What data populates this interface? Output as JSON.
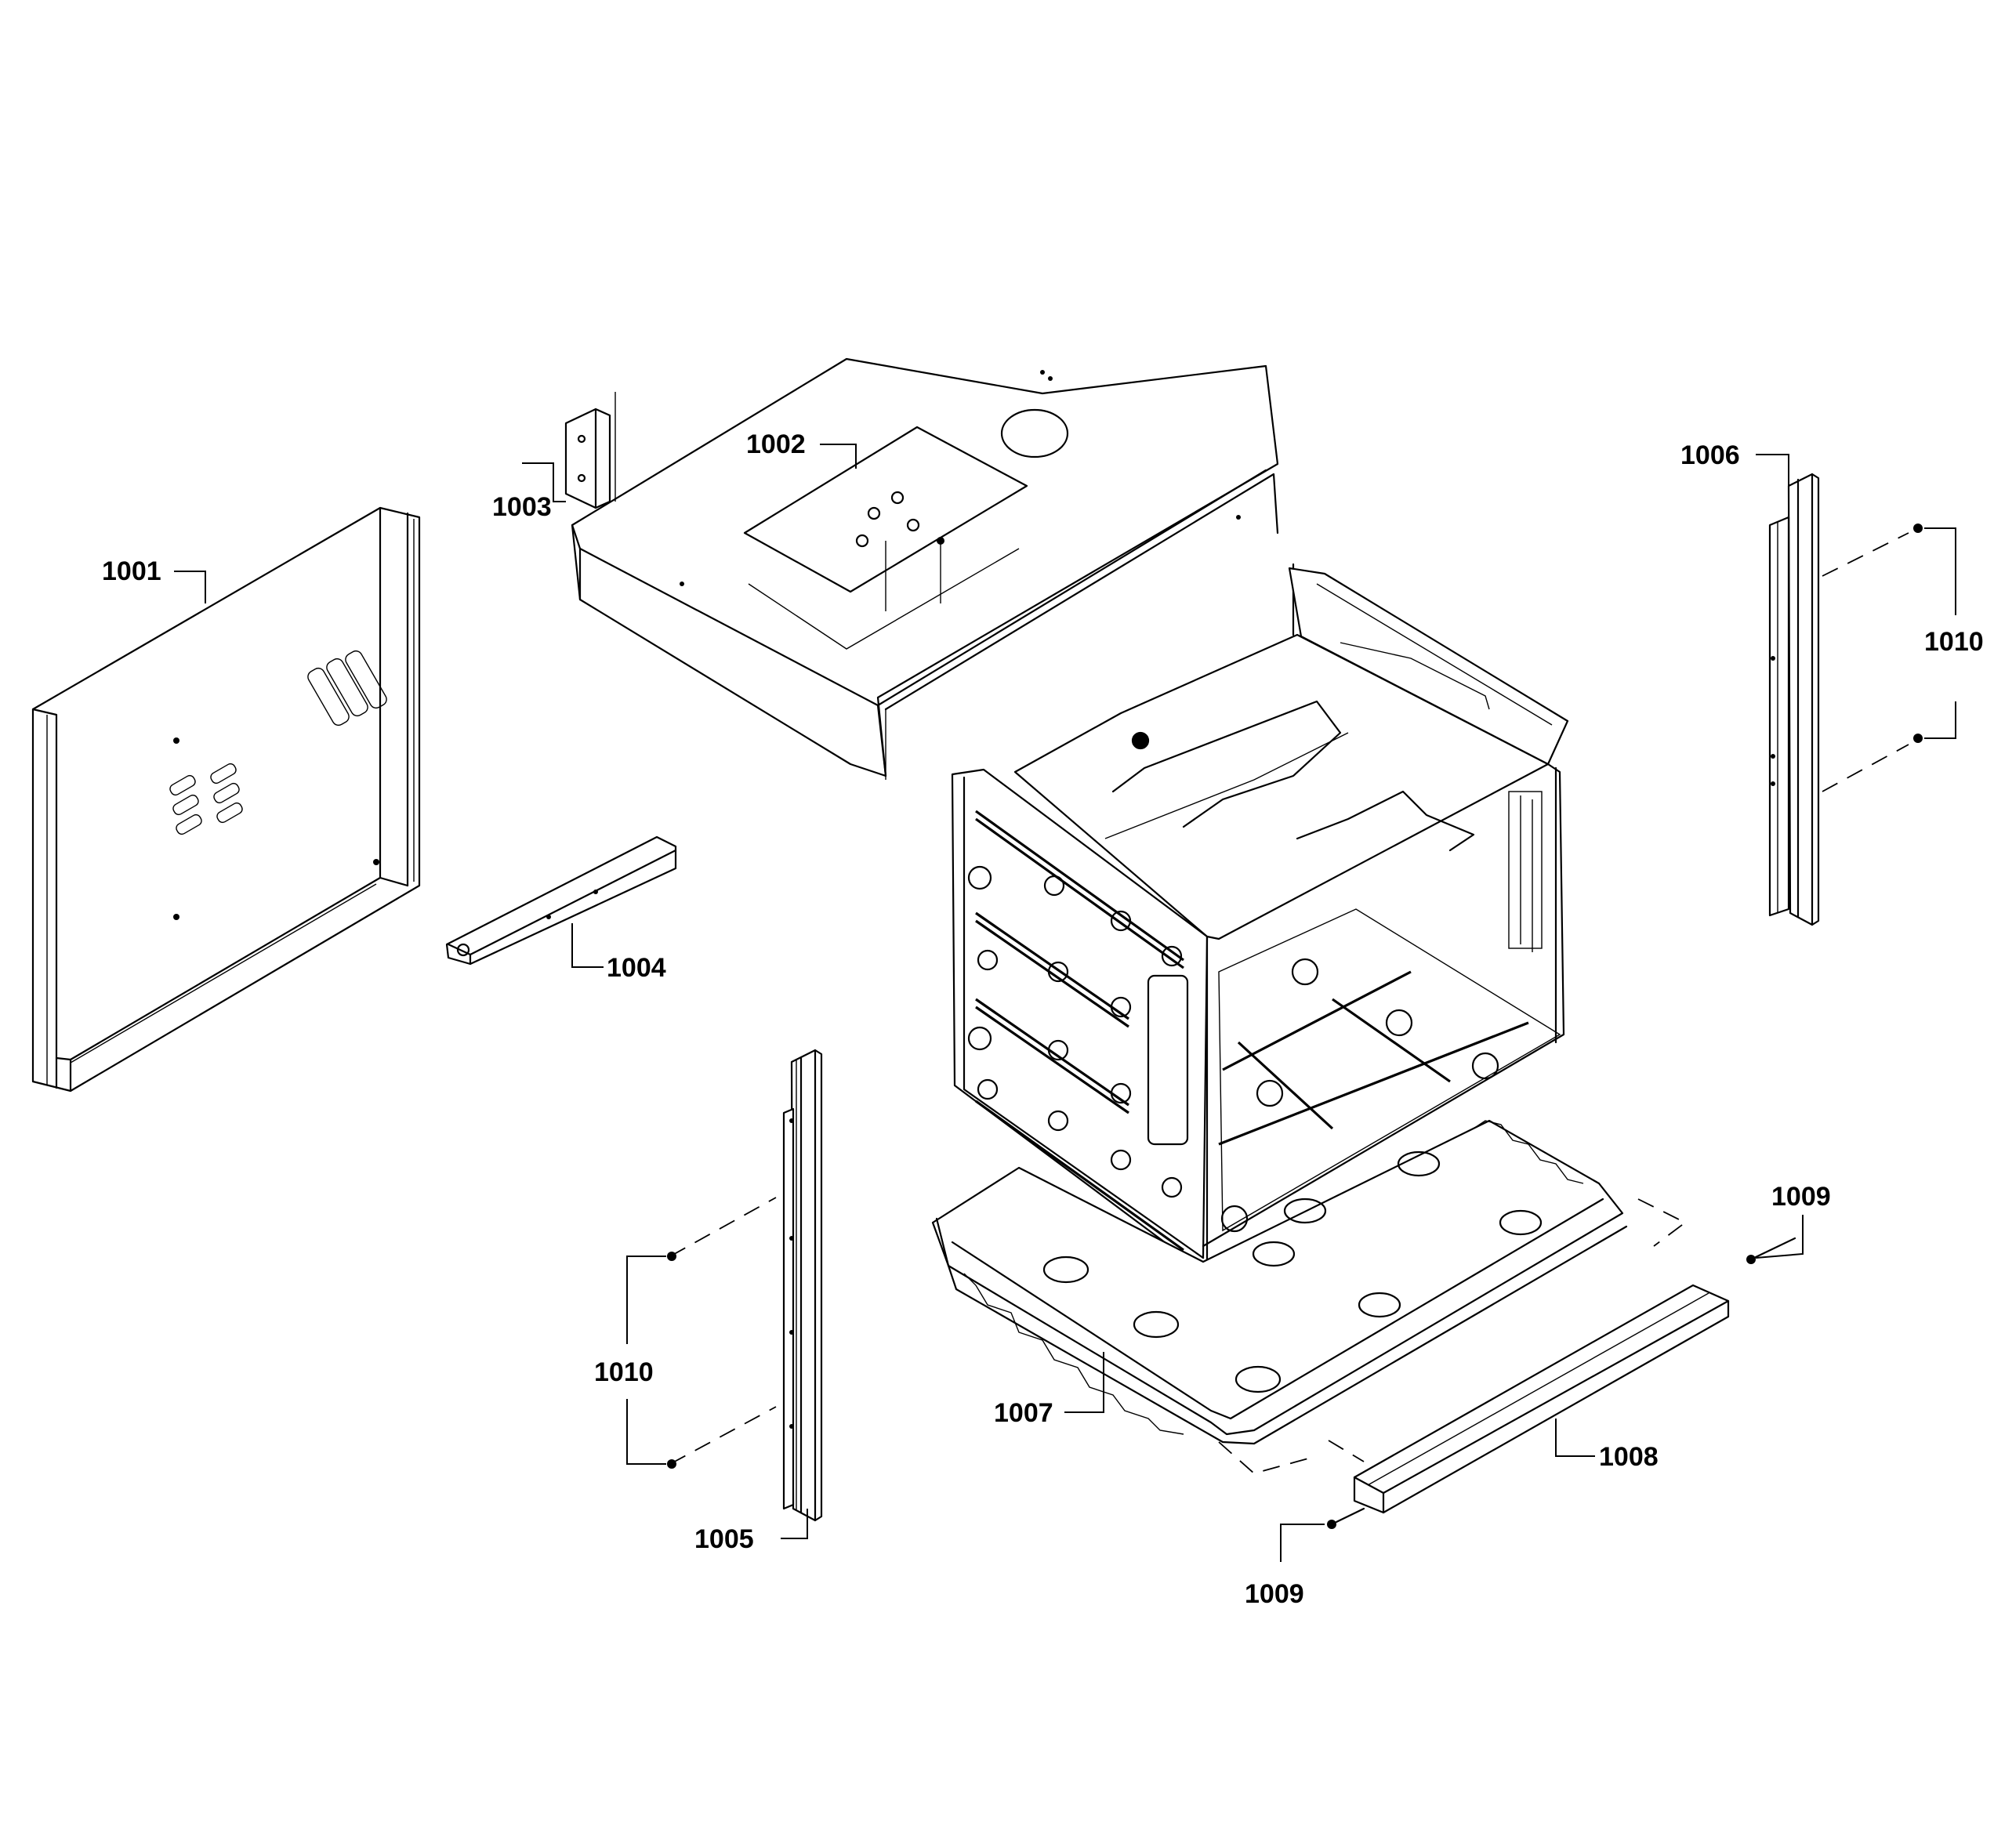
{
  "parts": [
    {
      "id": "p1001",
      "label": "1001"
    },
    {
      "id": "p1002",
      "label": "1002"
    },
    {
      "id": "p1003",
      "label": "1003"
    },
    {
      "id": "p1004",
      "label": "1004"
    },
    {
      "id": "p1005",
      "label": "1005"
    },
    {
      "id": "p1006",
      "label": "1006"
    },
    {
      "id": "p1007",
      "label": "1007"
    },
    {
      "id": "p1008",
      "label": "1008"
    },
    {
      "id": "p1009a",
      "label": "1009"
    },
    {
      "id": "p1009b",
      "label": "1009"
    },
    {
      "id": "p1010a",
      "label": "1010"
    },
    {
      "id": "p1010b",
      "label": "1010"
    }
  ]
}
